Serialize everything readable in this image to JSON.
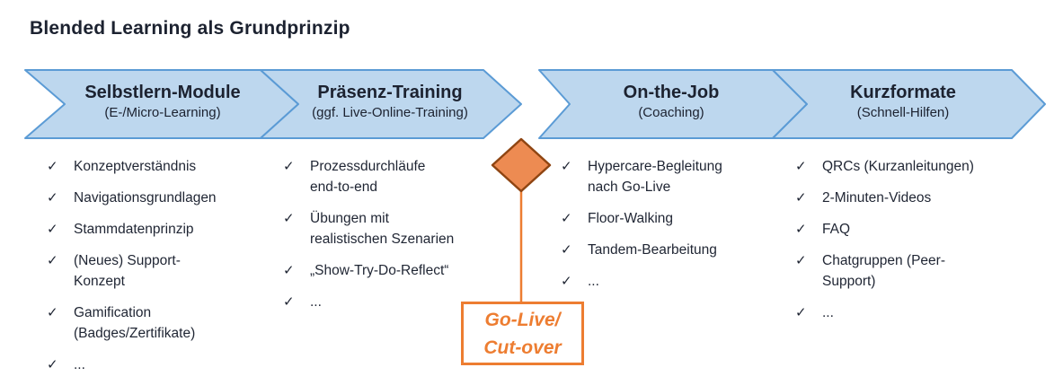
{
  "title": "Blended Learning als Grundprinzip",
  "check_glyph": "✓",
  "phases": [
    {
      "title": "Selbstlern-Module",
      "subtitle": "(E-/Micro-Learning)",
      "items": [
        "Konzeptverständnis",
        "Navigationsgrundlagen",
        "Stammdatenprinzip",
        "(Neues) Support-\nKonzept",
        "Gamification\n(Badges/Zertifikate)",
        "..."
      ]
    },
    {
      "title": "Präsenz-Training",
      "subtitle": "(ggf. Live-Online-Training)",
      "items": [
        "Prozessdurchläufe\nend-to-end",
        "Übungen mit\nrealistischen Szenarien",
        "„Show-Try-Do-Reflect“",
        "..."
      ]
    },
    {
      "title": "On-the-Job",
      "subtitle": "(Coaching)",
      "items": [
        "Hypercare-Begleitung\nnach Go-Live",
        "Floor-Walking",
        "Tandem-Bearbeitung",
        "..."
      ]
    },
    {
      "title": "Kurzformate",
      "subtitle": "(Schnell-Hilfen)",
      "items": [
        "QRCs (Kurzanleitungen)",
        "2-Minuten-Videos",
        "FAQ",
        "Chatgruppen (Peer-\nSupport)",
        "..."
      ]
    }
  ],
  "milestone": {
    "label": "Go-Live/\nCut-over"
  },
  "colors": {
    "chevron_fill": "#bdd7ee",
    "chevron_border": "#5b9bd5",
    "text_dark": "#1f2533",
    "accent_orange": "#ed7d31",
    "diamond_fill": "#ed8b52",
    "diamond_border": "#8f4512"
  }
}
